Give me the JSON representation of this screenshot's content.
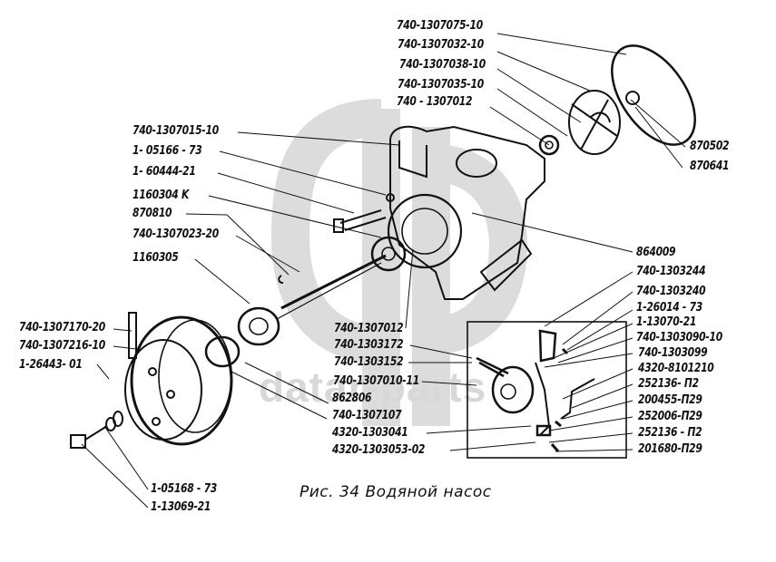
{
  "figure": {
    "caption": "Рис. 34 Водяной насос",
    "watermark_text": "datar-parts",
    "colors": {
      "ink": "#111111",
      "watermark": "#d4d4d4",
      "background": "#ffffff"
    }
  },
  "labels": {
    "top_right": [
      "740-1307075-10",
      "740-1307032-10",
      "740-1307038-10",
      "740-1307035-10",
      "740 - 1307012"
    ],
    "right_upper": [
      "870502",
      "870641"
    ],
    "left_upper": [
      "740-1307015-10",
      "1- 05166 - 73",
      "1- 60444-21",
      "1160304 K",
      "870810",
      "740-1307023-20",
      "1160305"
    ],
    "left_pulley": [
      "740-1307170-20",
      "740-1307216-10",
      "1-26443- 01"
    ],
    "bottom_left": [
      "1-05168 - 73",
      "1-13069-21"
    ],
    "center": [
      "740-1307012",
      "740-1303172",
      "740-1303152",
      "740-1307010-11",
      "862806",
      "740-1307107",
      "4320-1303041",
      "4320-1303053-02"
    ],
    "right_inset": [
      "864009",
      "740-1303244",
      "740-1303240",
      "1-26014 - 73",
      "1-13070-21",
      "740-1303090-10",
      "740-1303099",
      "4320-8101210",
      "252136- П2",
      "200455-П29",
      "252006-П29",
      "252136 - П2",
      "201680-П29"
    ]
  }
}
